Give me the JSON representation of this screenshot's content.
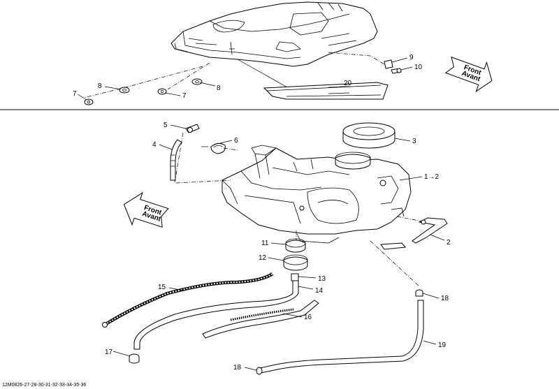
{
  "diagram": {
    "document_code": "12M0826-27-28-30-31-32-33-34-35-36",
    "direction_label_line1": "Front",
    "direction_label_line2": "Avant",
    "callouts_top": [
      "7",
      "8",
      "7",
      "8",
      "9",
      "10",
      "20"
    ],
    "callouts_main": [
      "5",
      "6",
      "3",
      "4",
      "1→2",
      "2",
      "11",
      "12",
      "13",
      "14",
      "15",
      "16",
      "17",
      "18",
      "18",
      "19"
    ]
  }
}
